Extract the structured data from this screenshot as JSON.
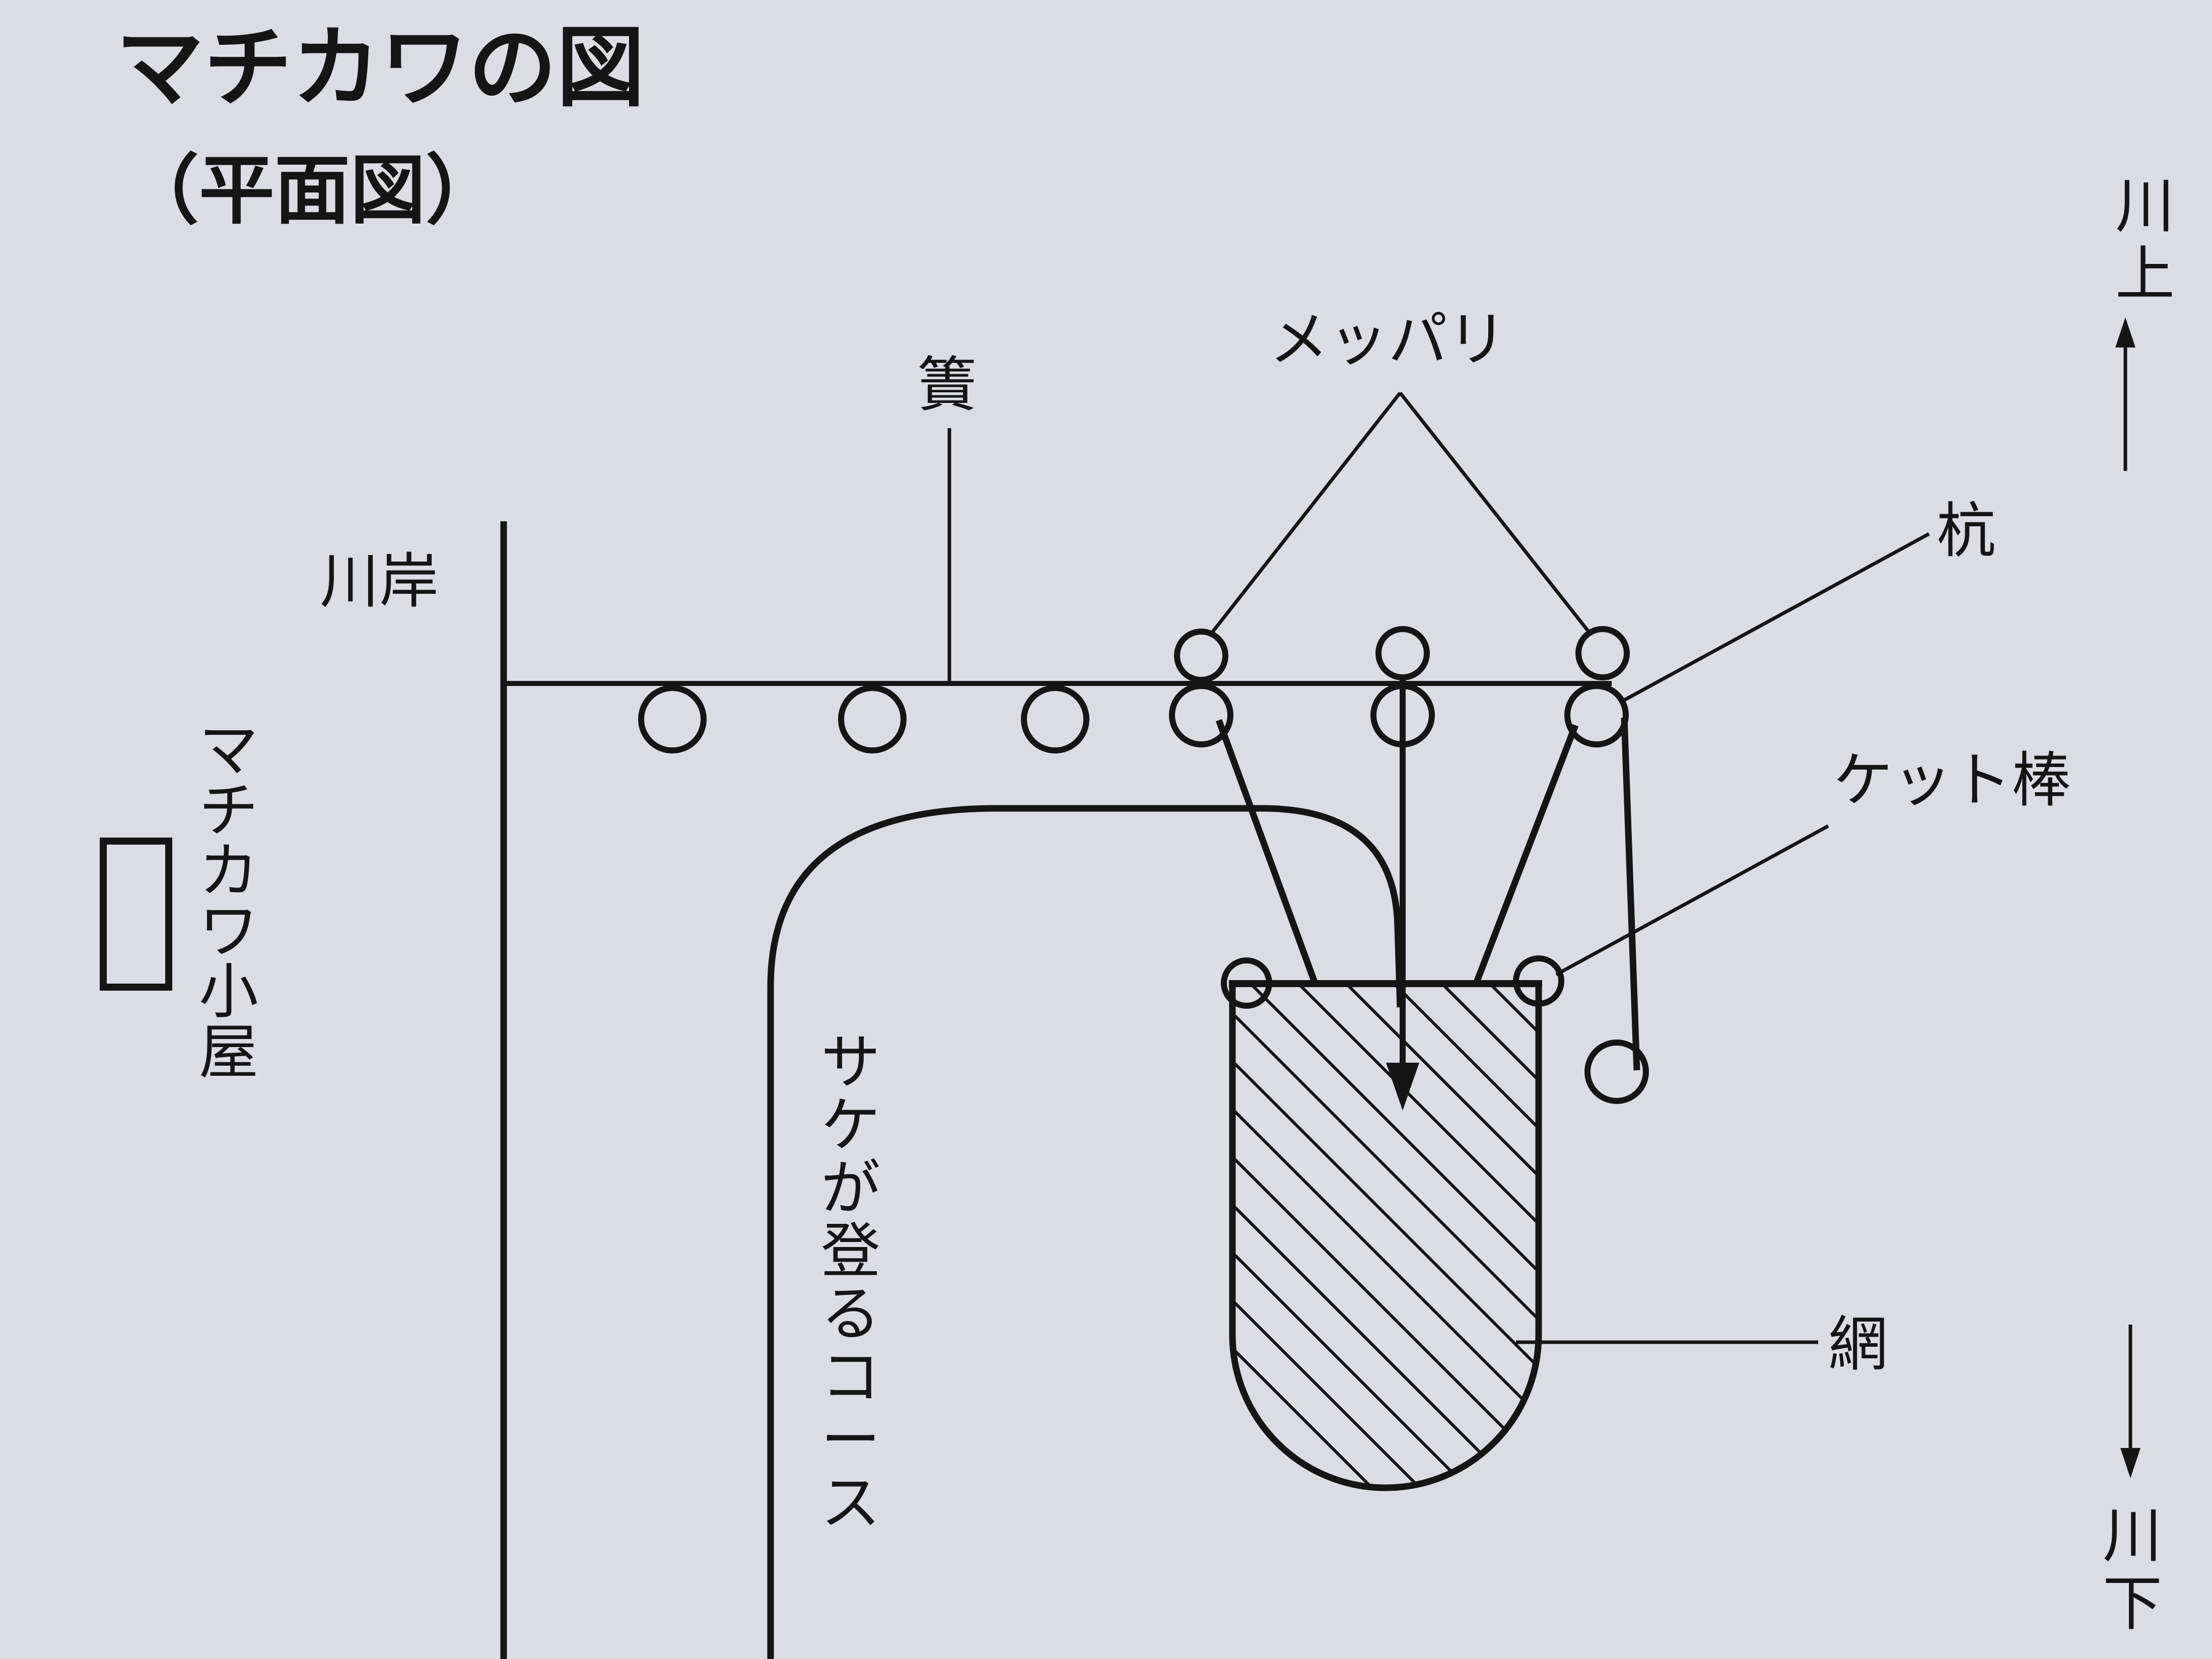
{
  "title": "マチカワの図",
  "subtitle": "（平面図）",
  "labels": {
    "upstream": "川上",
    "downstream": "川下",
    "riverbank": "川岸",
    "fence": "簀",
    "meppari": "メッパリ",
    "stake": "杭",
    "ketto_bo": "ケット棒",
    "net": "網",
    "hut": "マチカワ小屋",
    "salmon_course": "サケが登るコース"
  },
  "colors": {
    "paper": "#dcdde2",
    "ink": "#151515"
  }
}
